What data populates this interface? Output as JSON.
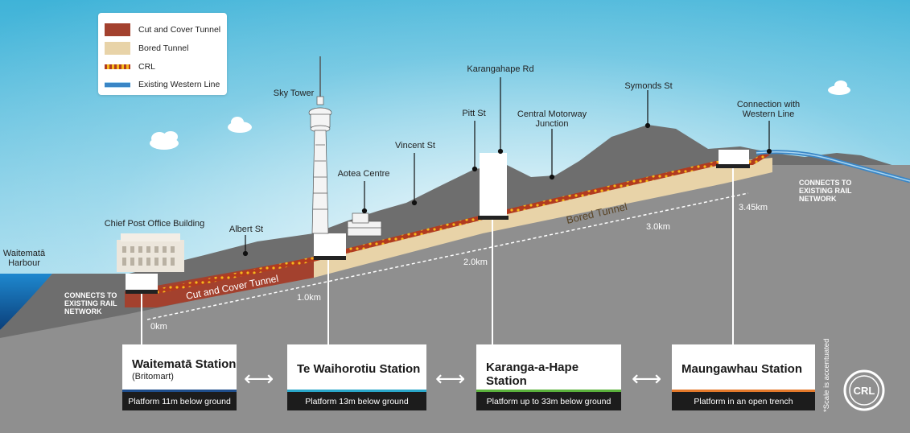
{
  "legend": {
    "items": [
      {
        "label": "Cut and Cover Tunnel",
        "color": "#a3412e",
        "type": "solid"
      },
      {
        "label": "Bored Tunnel",
        "color": "#e8d3a8",
        "type": "solid"
      },
      {
        "label": "CRL",
        "color": "#b13b1f",
        "dot": "#f6b81c",
        "type": "dotted"
      },
      {
        "label": "Existing Western Line",
        "color": "#3a86c6",
        "type": "double"
      }
    ]
  },
  "labels": {
    "waitemata_harbour": "Waitematā\nHarbour",
    "connects_left": "CONNECTS TO\nEXISTING RAIL\nNETWORK",
    "chief_post_office": "Chief Post Office Building",
    "albert_st": "Albert St",
    "sky_tower": "Sky Tower",
    "aotea_centre": "Aotea Centre",
    "vincent_st": "Vincent St",
    "pitt_st": "Pitt St",
    "karangahape_rd": "Karangahape Rd",
    "central_motorway": "Central Motorway\nJunction",
    "symonds_st": "Symonds St",
    "connection_western": "Connection with\nWestern Line",
    "connects_right": "CONNECTS TO\nEXISTING RAIL\nNETWORK",
    "cut_cover_tunnel": "Cut and Cover Tunnel",
    "bored_tunnel": "Bored Tunnel"
  },
  "distances": [
    "0km",
    "1.0km",
    "2.0km",
    "3.0km",
    "3.45km"
  ],
  "stations": [
    {
      "name": "Waitematā Station",
      "sub": "(Britomart)",
      "platform": "Platform 11m below ground",
      "color": "#1f4e8c"
    },
    {
      "name": "Te Waihorotiu Station",
      "sub": "",
      "platform": "Platform 13m below ground",
      "color": "#2aa7c9"
    },
    {
      "name": "Karanga-a-Hape Station",
      "sub": "",
      "platform": "Platform up to 33m below ground",
      "color": "#5bb23c"
    },
    {
      "name": "Maungawhau Station",
      "sub": "",
      "platform": "Platform in an open trench",
      "color": "#e4792a"
    }
  ],
  "arrow_symbol": "⟷",
  "scale_note": "*Scale is accentuated",
  "logo_text": "CRL",
  "colors": {
    "sky_top": "#3fb3d8",
    "sky_bottom": "#e8f6fb",
    "ground": "#8c8c8c",
    "hill": "#6f6f6f",
    "water": "#2a8fd0",
    "cut_cover": "#a3412e",
    "bored": "#e8d3a8"
  }
}
